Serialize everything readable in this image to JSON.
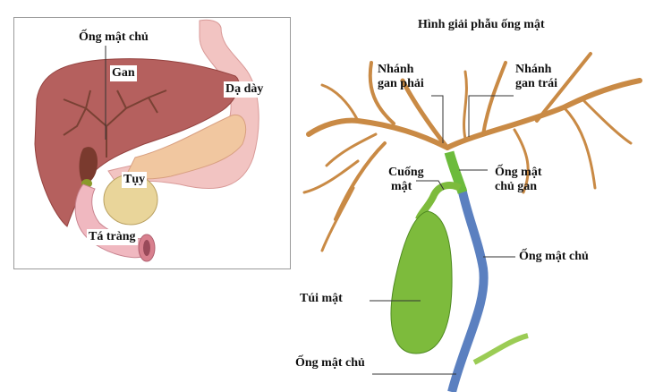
{
  "left_panel": {
    "labels": {
      "common_bile_duct": "Ống mật chủ",
      "liver": "Gan",
      "stomach": "Dạ dày",
      "pancreas": "Tụy",
      "duodenum": "Tá tràng"
    }
  },
  "right_panel": {
    "title": "Hình giải phẫu ống mật",
    "labels": {
      "right_hepatic_branch_line1": "Nhánh",
      "right_hepatic_branch_line2": "gan phải",
      "left_hepatic_branch_line1": "Nhánh",
      "left_hepatic_branch_line2": "gan trái",
      "cystic_duct_line1": "Cuống",
      "cystic_duct_line2": "mật",
      "common_hepatic_duct_line1": "Ống mật",
      "common_hepatic_duct_line2": "chủ gan",
      "common_bile_duct_upper": "Ống mật chủ",
      "gallbladder": "Túi mật",
      "common_bile_duct_lower": "Ống mật chủ"
    }
  },
  "colors": {
    "liver": "#b5605e",
    "stomach": "#f2c4c2",
    "pancreas": "#e9d59a",
    "bile_tree": "#c98a45",
    "gallbladder": "#7dbb3c",
    "common_hepatic_duct": "#6cbb3c",
    "common_bile_duct": "#5b80c0"
  }
}
